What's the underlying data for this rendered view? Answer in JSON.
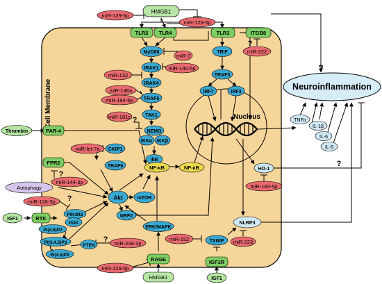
{
  "membrane_label": "Cell Membrane",
  "nucleus_label": "Nucleus",
  "neuroinflammation_label": "Neuroinflammation",
  "question_mark": "?",
  "colors": {
    "cell_fill": "#f6d59a",
    "receptor_green": "#7dcd62",
    "mirna_red": "#e8696e",
    "protein_blue": "#39a8d1",
    "nfkb_yellow": "#e9d94a",
    "cytokine_light": "#cfe7f2",
    "neuro_fill": "#d6ecf7",
    "autophagy_purple": "#d5c6ec"
  },
  "nodes": {
    "hmgb1_top": "HMGB1",
    "mir129_top_left": "miR-129-5p",
    "mir129_top_right": "miR-129-5p",
    "tlr2": "TLR2",
    "tlr4": "TLR4",
    "tlr3": "TLR3",
    "itgb8": "ITGB8",
    "mir222": "miR-222",
    "myd88": "MyD88",
    "mir7": "miR-7",
    "irak1": "IRAK1",
    "mir140": "miR-140-5p",
    "mir132": "miR-132",
    "irak4": "IRAK4",
    "trif": "TRIF",
    "traf3": "TRAF3",
    "irf7": "IRF7",
    "irf3": "IRF3",
    "mir146a": "miR-146a",
    "mir194": "miR-194-5p",
    "traf6_a": "TRAF6",
    "tak1": "TAK1",
    "mir181c": "miR-181c",
    "nemo": "NEMO",
    "ikka": "IKKα",
    "ikkb": "IKKβ",
    "thrombin": "Thrombin",
    "par4": "PAR-4",
    "mirlet7a": "miR-let-7a",
    "ckip1": "CKIP1",
    "traf6_b": "TRAF6",
    "fpr2": "FPR2",
    "mir144": "miR-144-3p",
    "autophagy": "Autophagy",
    "ikb": "IkB",
    "nfkb_cyto": "NF-κB",
    "nfkb_nuc": "NF-κB",
    "akt": "Akt",
    "mtor": "mTOR",
    "nrf2": "NRF2",
    "mir1263p": "miR-126-3p",
    "igf1_left": "IGF1",
    "rtk": "RTK",
    "pik3r2": "PIK3R2",
    "pi3k": "PI3K",
    "pip2_a": "PI(4,5)P2",
    "pip3": "PI(3,4,5)P3",
    "pip2_b": "PI(4,5)P2",
    "pten": "PTEN",
    "mir23a": "miR-23a-3p",
    "erk": "ERK/MAPK",
    "rage": "RAGE",
    "mir129_bottom": "miR-129-5p",
    "hmgb1_bottom": "HMGB1",
    "igf1r": "IGF1R",
    "igf1_bottom": "IGF1",
    "mir152": "miR-152",
    "txnip": "TXNIP",
    "mir223": "miR-223",
    "nlrp3": "NLRP3",
    "ho1": "HO-1",
    "mir1835p": "miR-183-5p",
    "tnfa": "TNFα",
    "il1b": "IL-1β",
    "il6": "IL-6",
    "il8": "IL-8"
  }
}
